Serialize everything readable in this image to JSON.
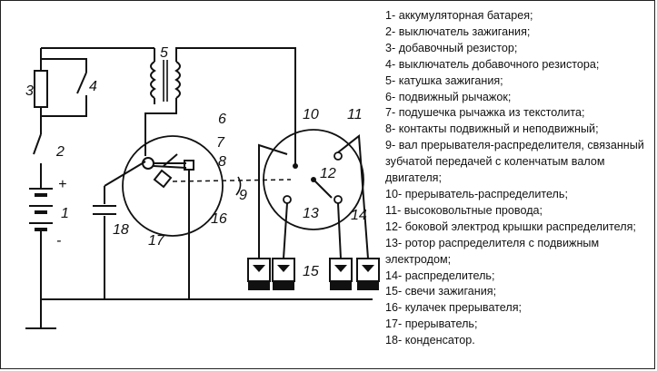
{
  "diagram": {
    "numbers": {
      "n1": "1",
      "n2": "2",
      "n3": "3",
      "n4": "4",
      "n5": "5",
      "n6": "6",
      "n7": "7",
      "n8": "8",
      "n9": "9",
      "n10": "10",
      "n11": "11",
      "n12": "12",
      "n13": "13",
      "n14": "14",
      "n15": "15",
      "n16": "16",
      "n17": "17",
      "n18": "18"
    },
    "plus": "+",
    "minus": "-"
  },
  "legend": [
    "1- аккумуляторная батарея;",
    "2- выключатель зажигания;",
    "3- добавочный резистор;",
    "4- выключатель добавочного резистора;",
    "5- катушка зажигания;",
    "6- подвижный рычажок;",
    "7- подушечка рычажка из текстолита;",
    "8- контакты подвижный и неподвижный;",
    "9- вал прерывателя-распределителя, связанный зубчатой передачей с коленчатым валом двигателя;",
    "10- прерыватель-распределитель;",
    "11- высоковольтные провода;",
    "12- боковой электрод крышки распределителя;",
    "13- ротор распределителя с подвижным электродом;",
    "14- распределитель;",
    "15- свечи зажигания;",
    "16- кулачек прерывателя;",
    "17- прерыватель;",
    "18- конденсатор."
  ]
}
